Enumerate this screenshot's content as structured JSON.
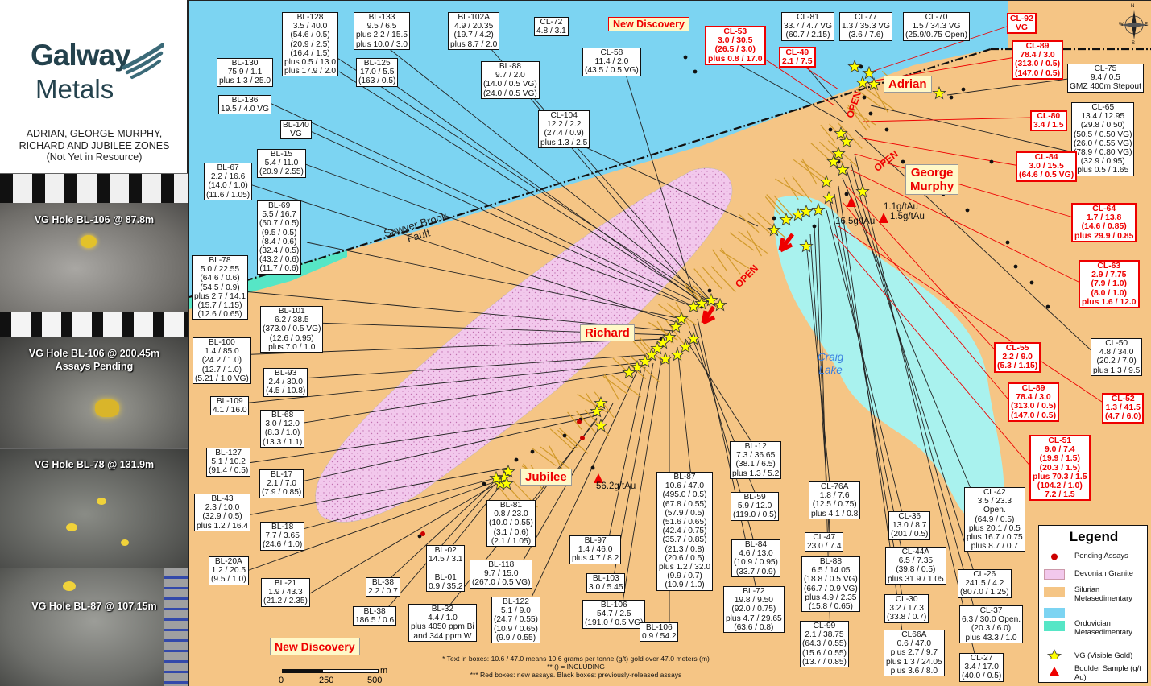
{
  "logo": {
    "line1": "Galway",
    "line2": "Metals"
  },
  "zones_title": {
    "line1": "ADRIAN, GEORGE MURPHY,",
    "line2": "RICHARD AND JUBILEE ZONES",
    "line3": "(Not Yet in Resource)"
  },
  "photos": [
    {
      "caption": "VG Hole BL-106 @ 87.8m"
    },
    {
      "caption": "VG Hole BL-106 @ 200.45m",
      "caption2": "Assays Pending"
    },
    {
      "caption": "VG Hole BL-78 @ 131.9m"
    },
    {
      "caption": "VG Hole BL-87 @ 107.15m"
    }
  ],
  "map_text": {
    "fault_line1": "Sawyer Brook",
    "fault_line2": "Fault",
    "lake_line1": "Craig",
    "lake_line2": "Lake",
    "open": "OPEN",
    "boulder1": "56.2g/tAu",
    "boulder2": "16.5g/tAu",
    "boulder3": "1.1g/tAu",
    "boulder4": "1.5g/tAu"
  },
  "zones": {
    "adrian": "Adrian",
    "george1": "George",
    "george2": "Murphy",
    "richard": "Richard",
    "jubilee": "Jubilee",
    "new_discovery_top": "New Discovery",
    "new_discovery_bottom": "New Discovery"
  },
  "labels": [
    {
      "id": "bl128",
      "lines": [
        "BL-128",
        "3.5 / 40.0",
        "(54.6 / 0.5)",
        "(20.9 / 2.5)",
        "(16.4 / 1.5)",
        "plus 0.5 / 13.0",
        "plus 17.9 / 2.0"
      ]
    },
    {
      "id": "bl133",
      "lines": [
        "BL-133",
        "9.5 / 6.5",
        "plus 2.2 / 15.5",
        "plus 10.0 / 3.0"
      ]
    },
    {
      "id": "bl102a",
      "lines": [
        "BL-102A",
        "4.9 / 20.35",
        "(19.7 / 4.2)",
        "plus 8.7 / 2.0"
      ]
    },
    {
      "id": "cl72",
      "lines": [
        "CL-72",
        "4.8 / 3.1"
      ]
    },
    {
      "id": "bl130",
      "lines": [
        "BL-130",
        "75.9 / 1.1",
        "plus 1.3 / 25.0"
      ]
    },
    {
      "id": "bl125",
      "lines": [
        "BL-125",
        "17.0 / 5.5",
        "(163 / 0.5)"
      ]
    },
    {
      "id": "bl88a",
      "lines": [
        "BL-88",
        "9.7 / 2.0",
        "(14.0 / 0.5 VG)",
        "(24.0 / 0.5 VG)"
      ]
    },
    {
      "id": "cl58",
      "lines": [
        "CL-58",
        "11.4 / 2.0",
        "(43.5 / 0.5 VG)"
      ]
    },
    {
      "id": "bl136",
      "lines": [
        "BL-136",
        "19.5 / 4.0 VG"
      ]
    },
    {
      "id": "bl140",
      "lines": [
        "BL-140",
        "VG"
      ]
    },
    {
      "id": "cl104",
      "lines": [
        "CL-104",
        "12.2 / 2.2",
        "(27.4 / 0.9)",
        "plus 1.3 / 2.5"
      ]
    },
    {
      "id": "bl15",
      "lines": [
        "BL-15",
        "5.4 / 11.0",
        "(20.9 / 2.55)"
      ]
    },
    {
      "id": "bl67",
      "lines": [
        "BL-67",
        "2.2 / 16.6",
        "(14.0 / 1.0)",
        "(11.6 / 1.05)"
      ]
    },
    {
      "id": "bl69",
      "lines": [
        "BL-69",
        "5.5 / 16.7",
        "(50.7 / 0.5)",
        "(9.5 / 0.5)",
        "(8.4 / 0.6)",
        "(32.4 / 0.5)",
        "(43.2 / 0.6)",
        "(11.7 / 0.6)"
      ]
    },
    {
      "id": "bl78",
      "lines": [
        "BL-78",
        "5.0 / 22.55",
        "(64.6 / 0.6)",
        "(54.5 / 0.9)",
        "plus 2.7 / 14.1",
        "(15.7 / 1.15)",
        "(12.6 / 0.65)"
      ]
    },
    {
      "id": "bl101",
      "lines": [
        "BL-101",
        "6.2 / 38.5",
        "(373.0 / 0.5 VG)",
        "(12.6 / 0.95)",
        "plus 7.0 / 1.0"
      ]
    },
    {
      "id": "bl100",
      "lines": [
        "BL-100",
        "1.4 / 85.0",
        "(24.2 / 1.0)",
        "(12.7 / 1.0)",
        "(5.21 / 1.0 VG)"
      ]
    },
    {
      "id": "bl93",
      "lines": [
        "BL-93",
        "2.4 / 30.0",
        "(4.5 / 10.8)"
      ]
    },
    {
      "id": "bl109",
      "lines": [
        "BL-109",
        "4.1 / 16.0"
      ]
    },
    {
      "id": "bl68",
      "lines": [
        "BL-68",
        "3.0 / 12.0",
        "(8.3 / 1.0)",
        "(13.3 / 1.1)"
      ]
    },
    {
      "id": "bl127",
      "lines": [
        "BL-127",
        "5.1 / 10.2",
        "(91.4 / 0.5)"
      ]
    },
    {
      "id": "bl17",
      "lines": [
        "BL-17",
        "2.1 / 7.0",
        "(7.9 / 0.85)"
      ]
    },
    {
      "id": "bl43",
      "lines": [
        "BL-43",
        "2.3 / 10.0",
        "(32.9 / 0.5)",
        "plus 1.2 / 16.4"
      ]
    },
    {
      "id": "bl18",
      "lines": [
        "BL-18",
        "7.7 / 3.65",
        "(24.6 / 1.0)"
      ]
    },
    {
      "id": "bl20a",
      "lines": [
        "BL-20A",
        "1.2 / 20.5",
        "(9.5 / 1.0)"
      ]
    },
    {
      "id": "bl21",
      "lines": [
        "BL-21",
        "1.9 / 43.3",
        "(21.2 / 2.35)"
      ]
    },
    {
      "id": "bl38a",
      "lines": [
        "BL-38",
        "2.2 / 0.7"
      ]
    },
    {
      "id": "bl38b",
      "lines": [
        "BL-38",
        "186.5 / 0.6"
      ]
    },
    {
      "id": "bl02",
      "lines": [
        "BL-02",
        "14.5 / 3.1",
        "",
        "BL-01",
        "0.9 / 35.2"
      ]
    },
    {
      "id": "bl32",
      "lines": [
        "BL-32",
        "4.4 / 1.0",
        "plus 4050 ppm Bi",
        "and 344 ppm W"
      ]
    },
    {
      "id": "bl81",
      "lines": [
        "BL-81",
        "0.8 / 23.0",
        "(10.0 / 0.55)",
        "(3.1 / 0.6)",
        "(2.1 / 1.05)"
      ]
    },
    {
      "id": "bl118",
      "lines": [
        "BL-118",
        "9.7 / 15.0",
        "(267.0 / 0.5 VG)"
      ]
    },
    {
      "id": "bl122",
      "lines": [
        "BL-122",
        "5.1 / 9.0",
        "(24.7 / 0.55)",
        "(10.9 / 0.65)",
        "(9.9 / 0.55)"
      ]
    },
    {
      "id": "bl97",
      "lines": [
        "BL-97",
        "1.4 / 46.0",
        "plus 4.7 / 8.2"
      ]
    },
    {
      "id": "bl103",
      "lines": [
        "BL-103",
        "3.0 / 5.45"
      ]
    },
    {
      "id": "bl106a",
      "lines": [
        "BL-106",
        "54.7 / 2.5",
        "(191.0 / 0.5 VG)"
      ]
    },
    {
      "id": "bl106b",
      "lines": [
        "BL-106",
        "0.9 / 54.2"
      ]
    },
    {
      "id": "bl87",
      "lines": [
        "BL-87",
        "10.6 / 47.0",
        "(495.0 / 0.5)",
        "(67.8 / 0.55)",
        "(57.9 / 0.5)",
        "(51.6 / 0.65)",
        "(42.4 / 0.75)",
        "(35.7 / 0.85)",
        "(21.3 / 0.8)",
        "(20.6 / 0.5)",
        "plus 1.2 / 32.0",
        "(9.9 / 0.7)",
        "(10.9 / 1.0)"
      ]
    },
    {
      "id": "bl12",
      "lines": [
        "BL-12",
        "7.3 / 36.65",
        "(38.1 / 6.5)",
        "plus 1.3 / 5.2"
      ]
    },
    {
      "id": "bl59",
      "lines": [
        "BL-59",
        "5.9 / 12.0",
        "(119.0 / 0.5)"
      ]
    },
    {
      "id": "bl84",
      "lines": [
        "BL-84",
        "4.6 / 13.0",
        "(10.9 / 0.95)",
        "(33.7 / 0.9)"
      ]
    },
    {
      "id": "bl72",
      "lines": [
        "BL-72",
        "19.8 / 9.50",
        "(92.0 / 0.75)",
        "plus 4.7 / 29.65",
        "(63.6 / 0.8)"
      ]
    },
    {
      "id": "cl76a",
      "lines": [
        "CL-76A",
        "1.8 / 7.6",
        "(12.5 / 0.75)",
        "plus 4.1 / 0.8"
      ]
    },
    {
      "id": "cl47",
      "lines": [
        "CL-47",
        "23.0 / 7.4"
      ]
    },
    {
      "id": "bl88b",
      "lines": [
        "BL-88",
        "6.5 / 14.05",
        "(18.8 / 0.5 VG)",
        "(66.7 / 0.9 VG)",
        "plus 4.9 / 2.35",
        "(15.8 / 0.65)"
      ]
    },
    {
      "id": "cl99",
      "lines": [
        "CL-99",
        "2.1 / 38.75",
        "(64.3 / 0.55)",
        "(15.6 / 0.55)",
        "(13.7 / 0.85)"
      ]
    },
    {
      "id": "cl36",
      "lines": [
        "CL-36",
        "13.0 / 8.7",
        "(201 / 0.5)"
      ]
    },
    {
      "id": "cl44a",
      "lines": [
        "CL-44A",
        "6.5 / 7.35",
        "(39.8 / 0.5)",
        "plus 31.9 / 1.05"
      ]
    },
    {
      "id": "cl30",
      "lines": [
        "CL-30",
        "3.2 / 17.3",
        "(33.8 / 0.7)"
      ]
    },
    {
      "id": "cl66a",
      "lines": [
        "CL66A",
        "0.6 / 47.0",
        "plus 2.7 / 9.7",
        "plus 1.3 / 24.05",
        "plus 3.6 / 8.0"
      ]
    },
    {
      "id": "cl42",
      "lines": [
        "CL-42",
        "3.5 / 23.3",
        "Open.",
        "(64.9 / 0.5)",
        "plus 20.1 / 0.5",
        "plus 16.7 / 0.75",
        "plus 8.7 / 0.7"
      ]
    },
    {
      "id": "cl26",
      "lines": [
        "CL-26",
        "241.5 / 4.2",
        "(807.0 / 1.25)"
      ]
    },
    {
      "id": "cl37",
      "lines": [
        "CL-37",
        "6.3 / 30.0 Open.",
        "(20.3 / 6.0)",
        "plus 43.3 / 1.0"
      ]
    },
    {
      "id": "cl27",
      "lines": [
        "CL-27",
        "3.4 / 17.0",
        "(40.0 / 0.5)"
      ]
    },
    {
      "id": "cl81",
      "lines": [
        "CL-81",
        "33.7 / 4.7 VG",
        "(60.7 / 2.15)"
      ]
    },
    {
      "id": "cl77",
      "lines": [
        "CL-77",
        "1.3 / 35.3 VG",
        "(3.6 / 7.6)"
      ]
    },
    {
      "id": "cl70",
      "lines": [
        "CL-70",
        "1.5 / 34.3 VG",
        "(25.9/0.75 Open)"
      ]
    },
    {
      "id": "cl75",
      "lines": [
        "CL-75",
        "9.4 / 0.5",
        "GMZ 400m Stepout"
      ]
    },
    {
      "id": "cl65",
      "lines": [
        "CL-65",
        "13.4 / 12.95",
        "(29.8 / 0.50)",
        "(50.5 / 0.50 VG)",
        "(26.0 / 0.55 VG)",
        "(78.9 / 0.80 VG)",
        "(32.9 / 0.95)",
        "plus 0.5 / 1.65"
      ]
    },
    {
      "id": "cl50",
      "lines": [
        "CL-50",
        "4.8 / 34.0",
        "(20.2 / 7.0)",
        "plus 1.3 / 9.5"
      ]
    }
  ],
  "red_labels": [
    {
      "id": "cl53",
      "lines": [
        "CL-53",
        "3.0 / 30.5",
        "(26.5 / 3.0)",
        "plus 0.8 / 17.0"
      ]
    },
    {
      "id": "cl49",
      "lines": [
        "CL-49",
        "2.1 / 7.5"
      ]
    },
    {
      "id": "cl92",
      "lines": [
        "CL-92",
        "VG"
      ]
    },
    {
      "id": "cl89a",
      "lines": [
        "CL-89",
        "78.4 / 3.0",
        "(313.0 / 0.5)",
        "(147.0 / 0.5)"
      ]
    },
    {
      "id": "cl80",
      "lines": [
        "CL-80",
        "3.4 / 1.5"
      ]
    },
    {
      "id": "cl84",
      "lines": [
        "CL-84",
        "3.0 / 15.5",
        "(64.6 / 0.5 VG)"
      ]
    },
    {
      "id": "cl64",
      "lines": [
        "CL-64",
        "1.7 / 13.8",
        "(14.6 / 0.85)",
        "plus 29.9 / 0.85"
      ]
    },
    {
      "id": "cl63",
      "lines": [
        "CL-63",
        "2.9 / 7.75",
        "(7.9 / 1.0)",
        "(8.0 / 1.0)",
        "plus 1.6 / 12.0"
      ]
    },
    {
      "id": "cl55",
      "lines": [
        "CL-55",
        "2.2 / 9.0",
        "(5.3 / 1.15)"
      ]
    },
    {
      "id": "cl89b",
      "lines": [
        "CL-89",
        "78.4 / 3.0",
        "(313.0 / 0.5)",
        "(147.0 / 0.5)"
      ]
    },
    {
      "id": "cl52",
      "lines": [
        "CL-52",
        "1.3 / 41.5",
        "(4.7 / 6.0)"
      ]
    },
    {
      "id": "cl51",
      "lines": [
        "CL-51",
        "9.0 / 7.4",
        "(19.9 / 1.5)",
        "(20.3 / 1.5)",
        "plus 70.3 / 1.5",
        "(104.2 / 1.0)",
        "7.2 / 1.5"
      ]
    }
  ],
  "legend": {
    "title": "Legend",
    "items": [
      {
        "label": "Pending Assays"
      },
      {
        "label": "Devonian Granite"
      },
      {
        "label": "Silurian Metasedimentary"
      },
      {
        "label": "Ordovician Metasedimentary"
      },
      {
        "label": "VG (Visible Gold)"
      },
      {
        "label": "Boulder Sample (g/t Au)"
      }
    ]
  },
  "footnote": {
    "line1": "* Text in boxes: 10.6 / 47.0 means 10.6 grams per tonne (g/t) gold over 47.0 meters (m)",
    "line2": "** () = INCLUDING",
    "line3": "*** Red boxes: new assays. Black boxes: previously-released assays"
  },
  "scale": {
    "l0": "0",
    "l1": "250",
    "l2": "500",
    "unit": "m"
  },
  "compass": {
    "n": "N",
    "e": "E",
    "s": "S",
    "w": "W"
  },
  "colors": {
    "ocean": "#7cd4f2",
    "silurian": "#f5c585",
    "ordovician": "#56e6c6",
    "granite": "#f2c8ec",
    "lake": "#a9f2ee",
    "red": "#e00000"
  }
}
